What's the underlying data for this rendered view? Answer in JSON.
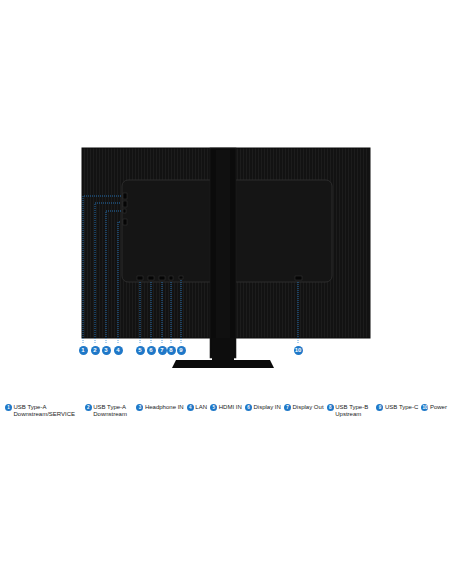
{
  "diagram": {
    "labels": [
      "1",
      "2",
      "3",
      "4",
      "5",
      "6",
      "7",
      "8",
      "9",
      "10",
      "1",
      "USB Type-A Downstream/SERVICE",
      "2",
      "USB Type-A Downstream",
      "3",
      "Headphone IN",
      "4",
      "LAN",
      "5",
      "HDMI IN",
      "6",
      "Display IN",
      "7",
      "Display Out",
      "8",
      "USB Type-B Upstream",
      "9",
      "USB Type-C",
      "10",
      "Power"
    ]
  }
}
